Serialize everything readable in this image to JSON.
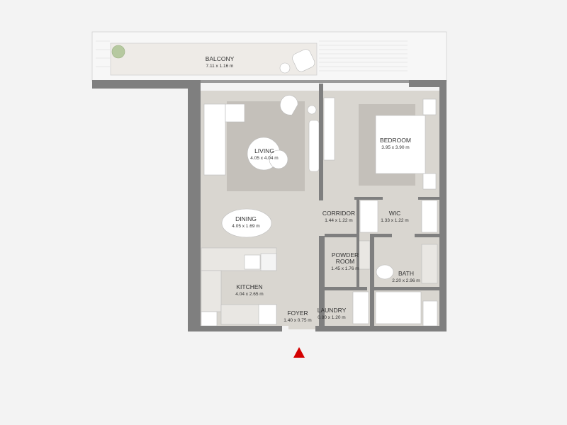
{
  "rooms": [
    {
      "id": "balcony",
      "name": "BALCONY",
      "dims": "7.11 x 1.16 m"
    },
    {
      "id": "living",
      "name": "LIVING",
      "dims": "4.05 x 4.04 m"
    },
    {
      "id": "bedroom",
      "name": "BEDROOM",
      "dims": "3.95 x 3.90 m"
    },
    {
      "id": "dining",
      "name": "DINING",
      "dims": "4.05 x 1.69 m"
    },
    {
      "id": "corridor",
      "name": "CORRIDOR",
      "dims": "1.44 x 1.22 m"
    },
    {
      "id": "wic",
      "name": "WIC",
      "dims": "1.33 x 1.22 m"
    },
    {
      "id": "powder-room",
      "name": "POWDER\nROOM",
      "dims": "1.45 x 1.76 m"
    },
    {
      "id": "bath",
      "name": "BATH",
      "dims": "2.20 x 2.96 m"
    },
    {
      "id": "kitchen",
      "name": "KITCHEN",
      "dims": "4.04 x 2.65 m"
    },
    {
      "id": "foyer",
      "name": "FOYER",
      "dims": "1.40 x 0.75 m"
    },
    {
      "id": "laundry",
      "name": "LAUNDRY",
      "dims": "0.80 x 1.20 m"
    }
  ],
  "colors": {
    "background": "#f3f3f3",
    "floor": "#d9d6d0",
    "rug": "#c4c0ba",
    "wall": "#7f7f7f",
    "balcony": "#eeebe7",
    "entrance_marker": "#d40000",
    "plant": "#b6c9a0"
  },
  "entrance_marker_icon": "entrance-triangle-icon"
}
